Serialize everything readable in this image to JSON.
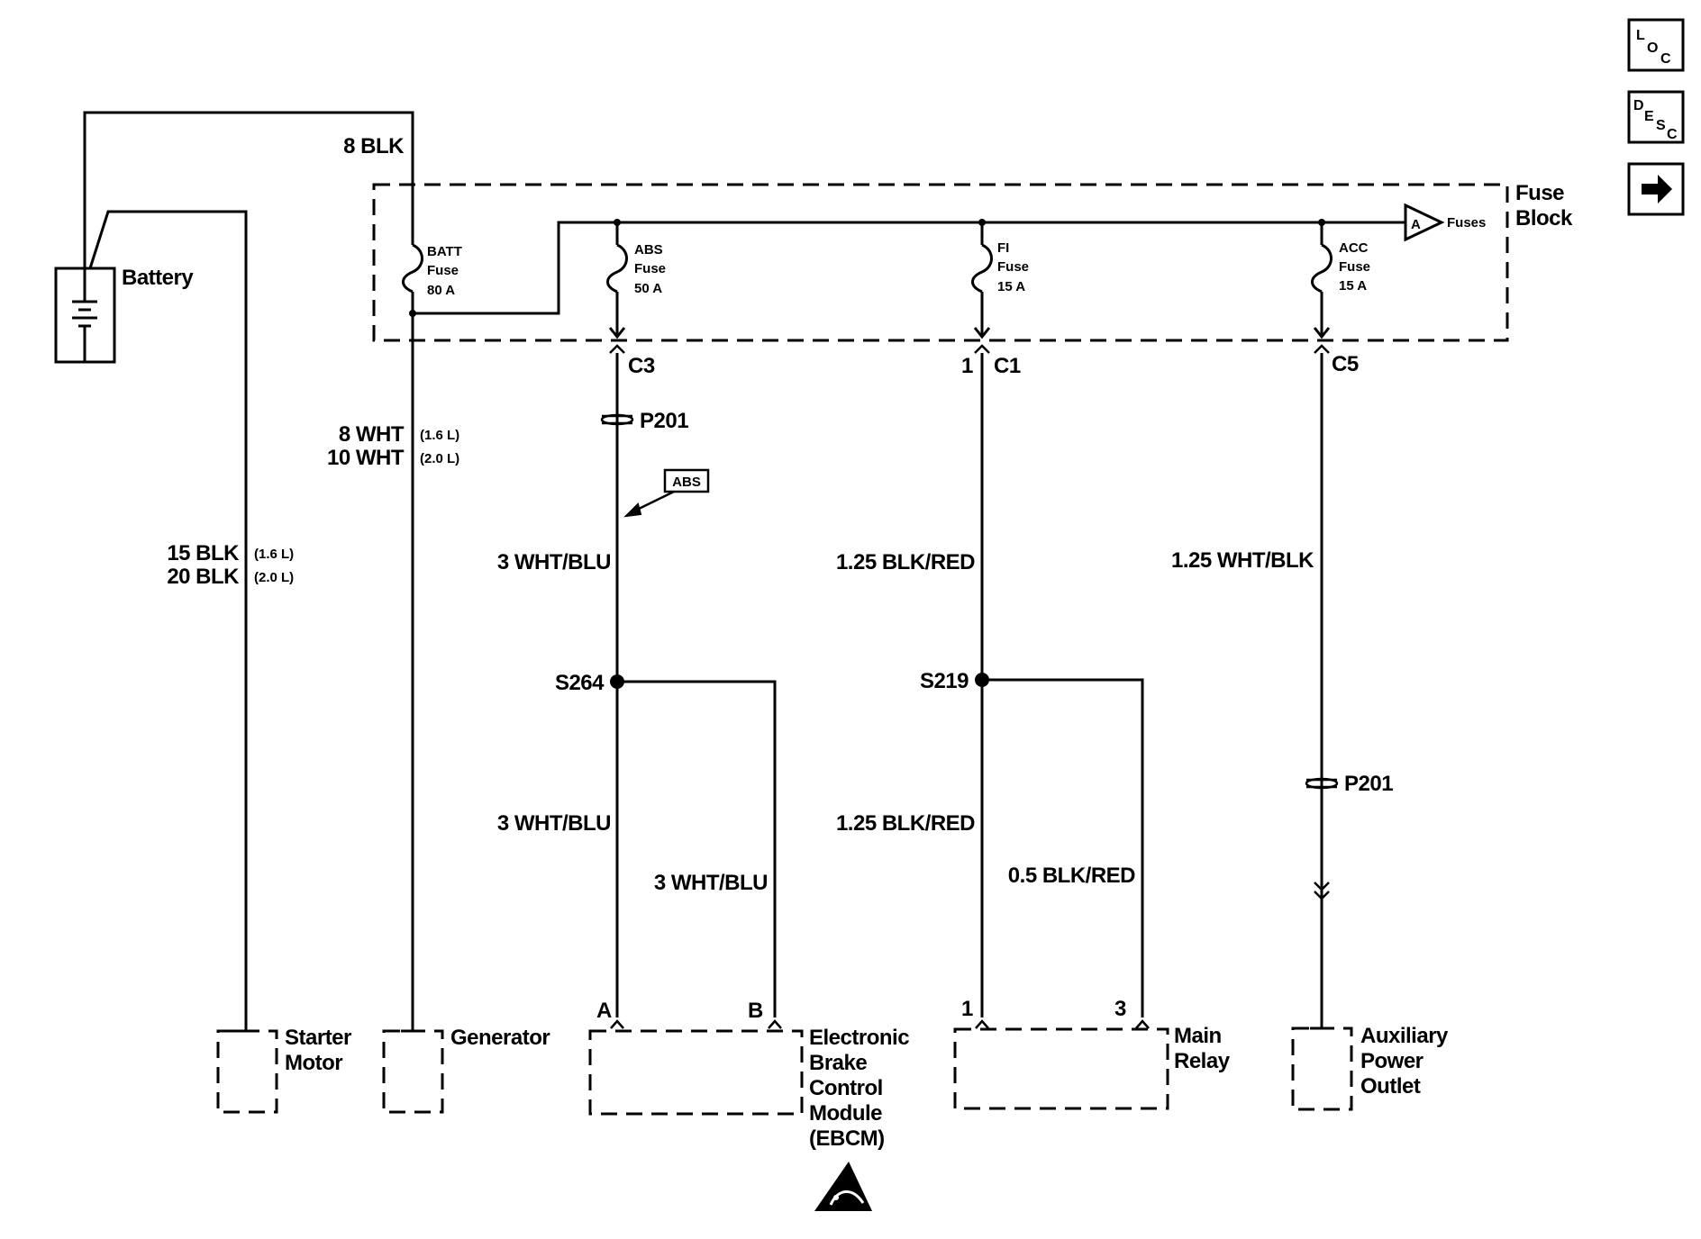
{
  "nav": {
    "loc": {
      "l": "L",
      "o": "O",
      "c": "C"
    },
    "desc": {
      "d": "D",
      "e": "E",
      "s": "S",
      "c": "C"
    }
  },
  "components": {
    "battery": "Battery",
    "fuse_block": [
      "Fuse",
      "Block"
    ],
    "starter_motor": [
      "Starter",
      "Motor"
    ],
    "generator": "Generator",
    "ebcm": [
      "Electronic",
      "Brake",
      "Control",
      "Module",
      "(EBCM)"
    ],
    "main_relay": [
      "Main",
      "Relay"
    ],
    "aux_outlet": [
      "Auxiliary",
      "Power",
      "Outlet"
    ]
  },
  "fuses": {
    "batt": [
      "BATT",
      "Fuse",
      "80 A"
    ],
    "abs": [
      "ABS",
      "Fuse",
      "50 A"
    ],
    "fi": [
      "FI",
      "Fuse",
      "15 A"
    ],
    "acc": [
      "ACC",
      "Fuse",
      "15 A"
    ],
    "ref_letter": "A",
    "ref_label": "Fuses"
  },
  "wires": {
    "batt_top": "8 BLK",
    "gen_a": "8 WHT",
    "gen_a_note": "(1.6 L)",
    "gen_b": "10 WHT",
    "gen_b_note": "(2.0 L)",
    "starter_a": "15 BLK",
    "starter_a_note": "(1.6 L)",
    "starter_b": "20 BLK",
    "starter_b_note": "(2.0 L)",
    "abs_1": "3 WHT/BLU",
    "abs_2": "3 WHT/BLU",
    "abs_3": "3 WHT/BLU",
    "fi_1": "1.25 BLK/RED",
    "fi_2": "1.25 BLK/RED",
    "fi_3": "0.5 BLK/RED",
    "acc_1": "1.25 WHT/BLK"
  },
  "connectors": {
    "c3": "C3",
    "c1": "C1",
    "c1_pin": "1",
    "c5": "C5",
    "p201_a": "P201",
    "p201_b": "P201",
    "s264": "S264",
    "s219": "S219",
    "abs_tag": "ABS"
  },
  "pins": {
    "ebcm_a": "A",
    "ebcm_b": "B",
    "relay_1": "1",
    "relay_3": "3"
  }
}
